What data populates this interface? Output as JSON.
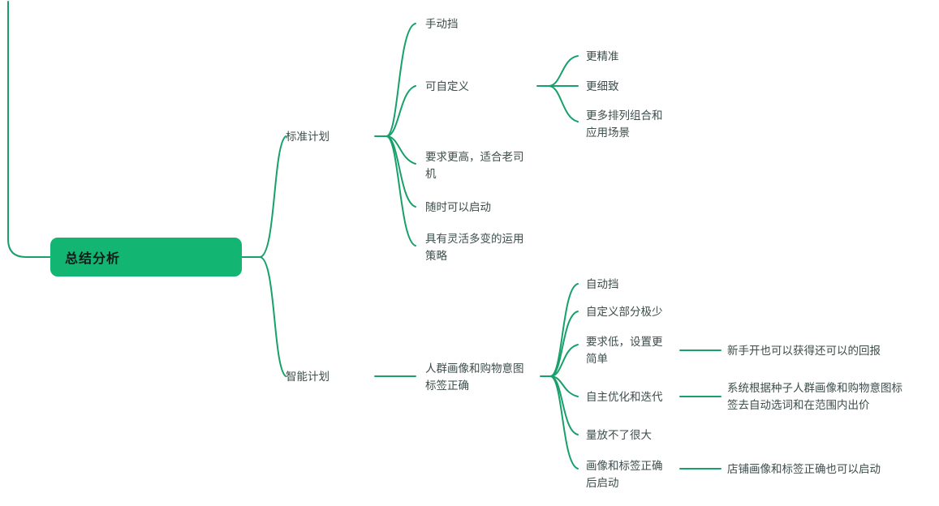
{
  "diagram": {
    "type": "mind-map",
    "colors": {
      "root_fill": "#13b573",
      "root_text": "#111b17",
      "connector": "#18a06b",
      "node_text": "#3d4d4b",
      "background": "#ffffff"
    },
    "root": {
      "label": "总结分析"
    },
    "branches": [
      {
        "label": "标准计划",
        "children": [
          {
            "label": "手动挡",
            "children": []
          },
          {
            "label": "可自定义",
            "children": [
              {
                "label": "更精准"
              },
              {
                "label": "更细致"
              },
              {
                "label": "更多排列组合和\n应用场景"
              }
            ]
          },
          {
            "label": "要求更高，适合老司\n机",
            "children": []
          },
          {
            "label": "随时可以启动",
            "children": []
          },
          {
            "label": "具有灵活多变的运用\n策略",
            "children": []
          }
        ]
      },
      {
        "label": "智能计划",
        "children": [
          {
            "label": "人群画像和购物意图\n标签正确",
            "children": [
              {
                "label": "自动挡",
                "children": []
              },
              {
                "label": "自定义部分极少",
                "children": []
              },
              {
                "label": "要求低，设置更\n简单",
                "children": [
                  {
                    "label": "新手开也可以获得还可以的回报"
                  }
                ]
              },
              {
                "label": "自主优化和迭代",
                "children": [
                  {
                    "label": "系统根据种子人群画像和购物意图标\n签去自动选词和在范围内出价"
                  }
                ]
              },
              {
                "label": "量放不了很大",
                "children": []
              },
              {
                "label": "画像和标签正确\n后启动",
                "children": [
                  {
                    "label": "店铺画像和标签正确也可以启动"
                  }
                ]
              }
            ]
          }
        ]
      }
    ]
  }
}
